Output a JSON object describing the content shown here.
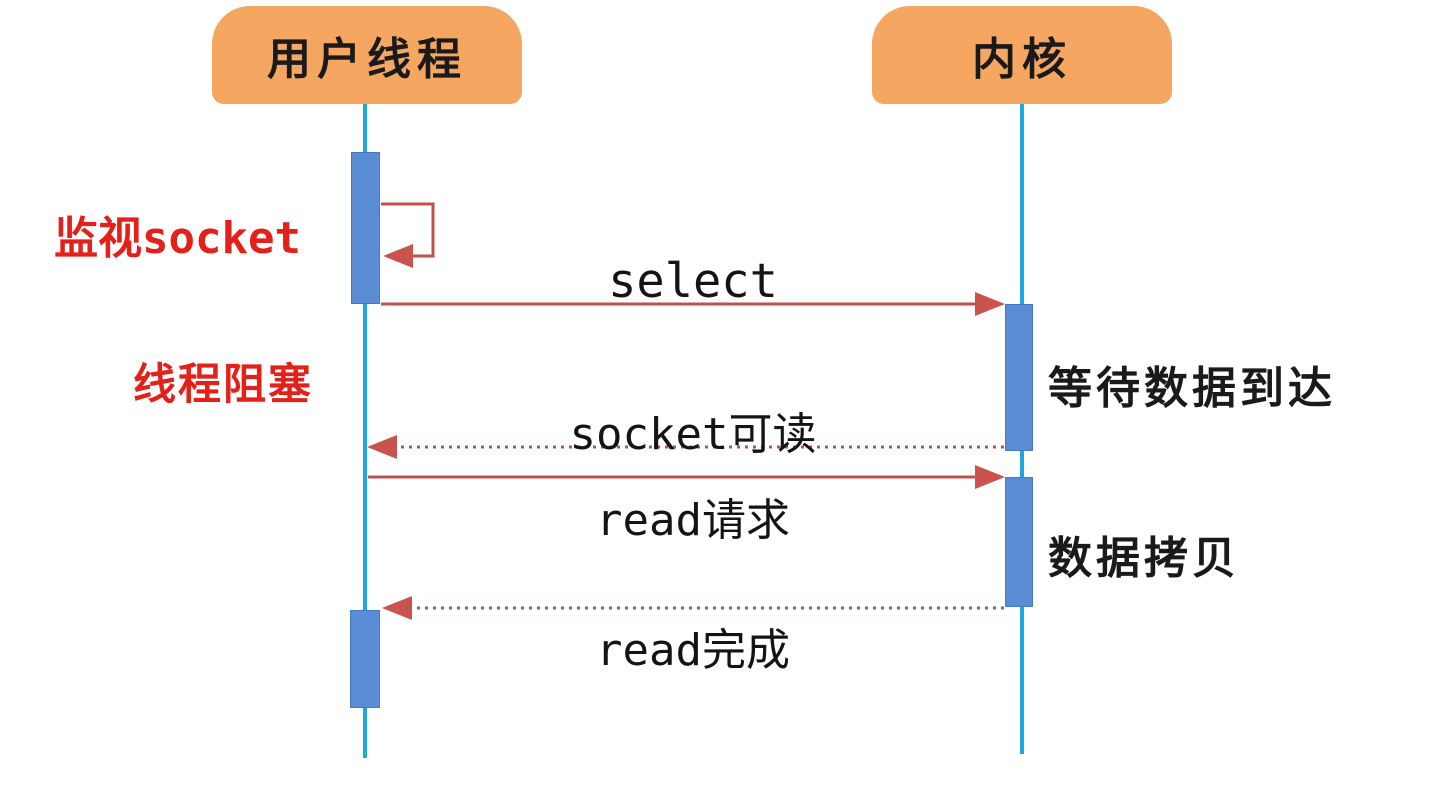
{
  "diagram": {
    "type": "sequence",
    "actors": [
      {
        "id": "user-thread",
        "label": "用户线程"
      },
      {
        "id": "kernel",
        "label": "内核"
      }
    ],
    "messages": [
      {
        "label": "select",
        "from": "user-thread",
        "to": "kernel",
        "style": "solid"
      },
      {
        "label": "socket可读",
        "from": "kernel",
        "to": "user-thread",
        "style": "dashed"
      },
      {
        "label": "read请求",
        "from": "user-thread",
        "to": "kernel",
        "style": "solid"
      },
      {
        "label": "read完成",
        "from": "kernel",
        "to": "user-thread",
        "style": "dashed"
      }
    ],
    "self_message": {
      "label": "监视socket",
      "on": "user-thread"
    },
    "notes": {
      "thread_blocked": "线程阻塞",
      "wait_data_arrive": "等待数据到达",
      "data_copy": "数据拷贝"
    },
    "colors": {
      "actor_fill": "#F5A661",
      "lifeline": "#1FA8DC",
      "activation_fill": "#5B8CD6",
      "activation_border": "#4679BE",
      "arrow": "#C0504D",
      "note_red": "#E3211A",
      "text_black": "#1A1A1A",
      "background": "#FFFFFF"
    }
  }
}
